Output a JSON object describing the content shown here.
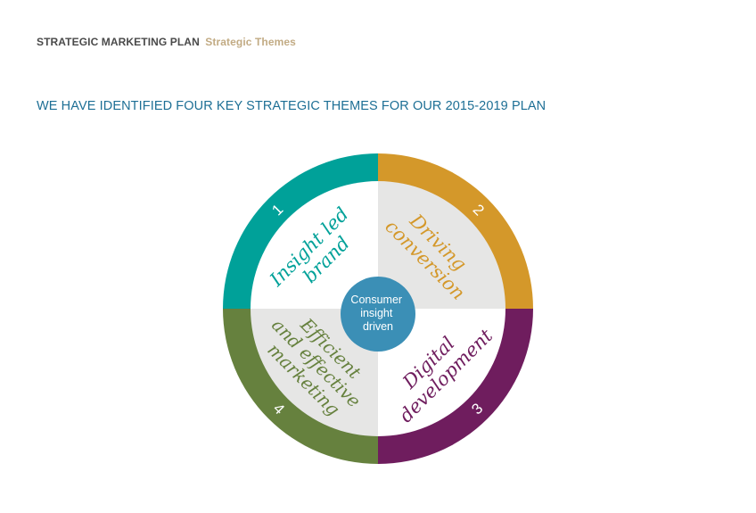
{
  "header": {
    "title": "STRATEGIC MARKETING PLAN",
    "section": "Strategic Themes"
  },
  "headline": "WE HAVE IDENTIFIED FOUR KEY STRATEGIC THEMES FOR OUR 2015-2019 PLAN",
  "wheel": {
    "center_lines": [
      "Consumer",
      "insight",
      "driven"
    ],
    "themes": [
      {
        "number": "1",
        "lines": [
          "Insight led",
          "brand"
        ],
        "color": "#00a199"
      },
      {
        "number": "2",
        "lines": [
          "Driving",
          "conversion"
        ],
        "color": "#d4982a"
      },
      {
        "number": "3",
        "lines": [
          "Digital",
          "development"
        ],
        "color": "#6f1d5e"
      },
      {
        "number": "4",
        "lines": [
          "Efficient",
          "and effective",
          "marketing"
        ],
        "color": "#66813e"
      }
    ],
    "center_color": "#3b8fb6"
  }
}
